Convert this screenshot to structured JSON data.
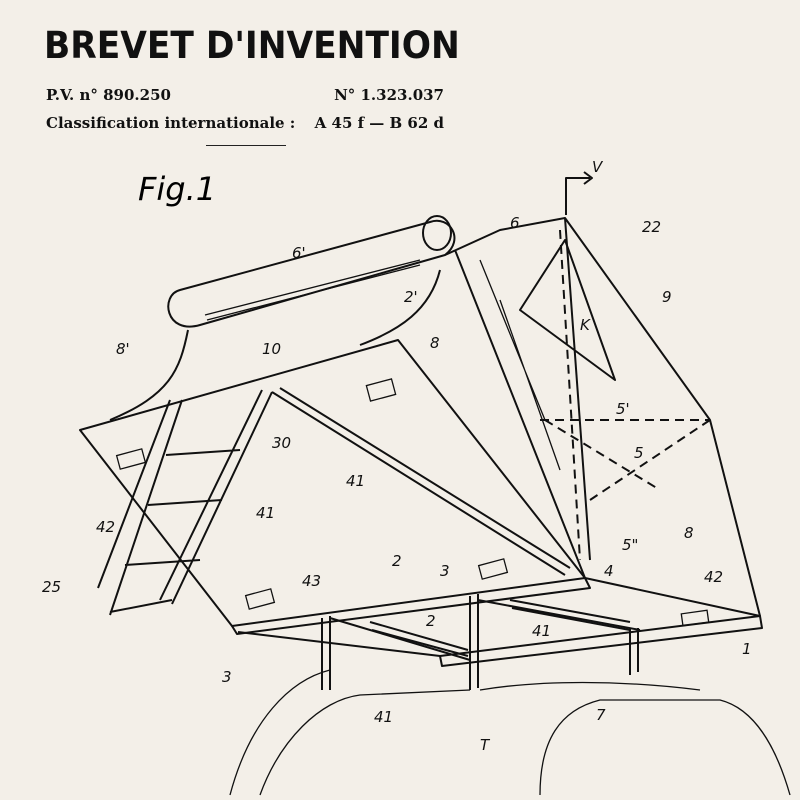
{
  "header": {
    "title": "BREVET D'INVENTION",
    "pv_number": "P.V. n° 890.250",
    "patent_number": "N° 1.323.037",
    "classification_label": "Classification internationale :",
    "classification_value": "A 45 f — B 62 d"
  },
  "figure": {
    "caption": "Fig.1",
    "labels": [
      "6'",
      "6",
      "22",
      "9",
      "V",
      "2'",
      "8'",
      "10",
      "8",
      "K",
      "5'",
      "5",
      "30",
      "41",
      "42",
      "41",
      "5\"",
      "8",
      "4",
      "25",
      "43",
      "2",
      "3",
      "42",
      "2",
      "41",
      "1",
      "3",
      "41",
      "7",
      "T"
    ]
  }
}
